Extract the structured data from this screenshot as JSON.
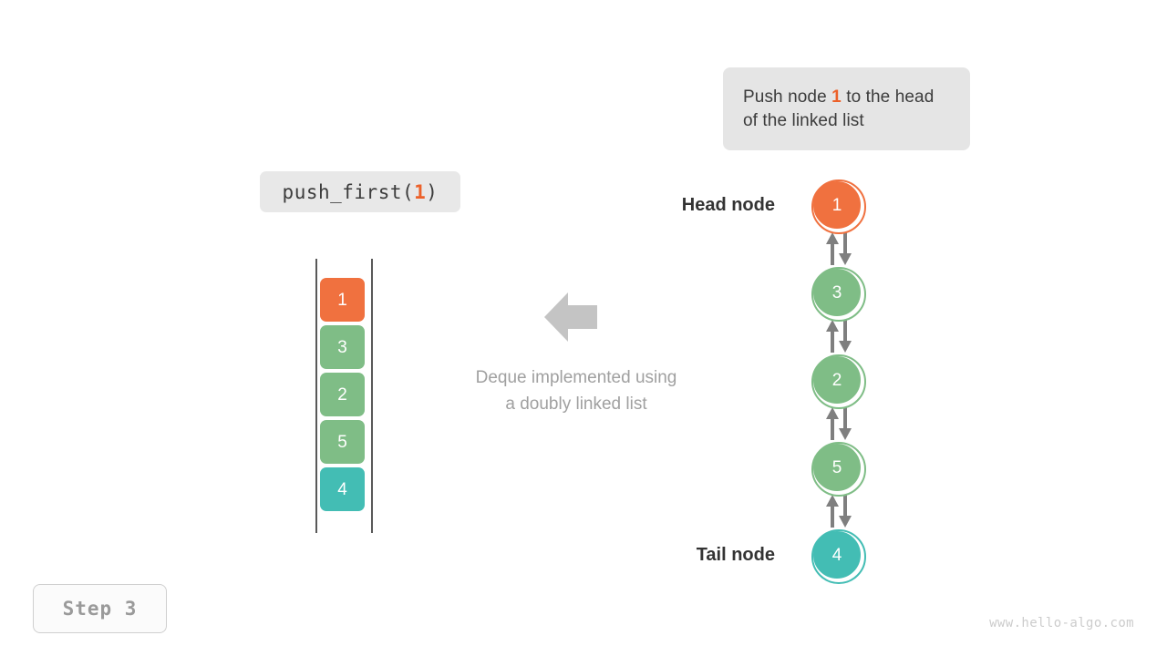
{
  "callout": {
    "text_before": "Push node ",
    "highlight": "1",
    "text_after": " to the head of the linked list"
  },
  "operation": {
    "prefix": "push_first(",
    "argument": "1",
    "suffix": ")"
  },
  "deque": {
    "title": "deque-column",
    "cells": [
      {
        "value": "1",
        "color": "#f0713f"
      },
      {
        "value": "3",
        "color": "#7fbd86"
      },
      {
        "value": "2",
        "color": "#7fbd86"
      },
      {
        "value": "5",
        "color": "#7fbd86"
      },
      {
        "value": "4",
        "color": "#43bdb4"
      }
    ]
  },
  "middle": {
    "caption_line1": "Deque implemented using",
    "caption_line2": "a doubly linked list",
    "arrow_direction": "left",
    "arrow_color": "#c4c4c4"
  },
  "linked_list": {
    "head_label": "Head node",
    "tail_label": "Tail node",
    "link_arrow_color": "#7f7f7f",
    "nodes": [
      {
        "value": "1",
        "color": "#f0713f",
        "ring": "#f0713f"
      },
      {
        "value": "3",
        "color": "#7fbd86",
        "ring": "#7fbd86"
      },
      {
        "value": "2",
        "color": "#7fbd86",
        "ring": "#7fbd86"
      },
      {
        "value": "5",
        "color": "#7fbd86",
        "ring": "#7fbd86"
      },
      {
        "value": "4",
        "color": "#43bdb4",
        "ring": "#43bdb4"
      }
    ]
  },
  "step": {
    "label": "Step 3"
  },
  "watermark": {
    "text": "www.hello-algo.com"
  },
  "colors": {
    "accent_orange": "#ec612a",
    "node_green": "#7fbd86",
    "node_teal": "#43bdb4",
    "chip_gray": "#e8e8e8",
    "text_dark": "#3c3c3c",
    "text_muted": "#a0a0a0"
  }
}
